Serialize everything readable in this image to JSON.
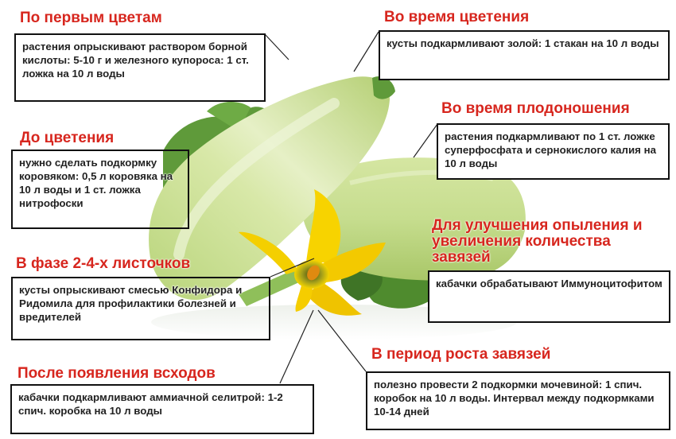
{
  "infographic": {
    "subject": "zucchini feeding schedule",
    "accent_color": "#d7261e",
    "text_color": "#222222",
    "callouts": [
      {
        "id": "first-flowers",
        "title": "По первым цветам",
        "text": "растения  опрыскивают раствором борной кислоты: 5-10 г и железного купороса: 1 ст. ложка на 10 л воды"
      },
      {
        "id": "during-flowering",
        "title": "Во время цветения",
        "text": "кусты подкармливают золой: 1 стакан на 10 л воды"
      },
      {
        "id": "during-fruiting",
        "title": "Во время плодоношения",
        "text": "растения подкармливают по 1 ст. ложке суперфосфата и сернокислого калия на 10 л воды"
      },
      {
        "id": "before-flowering",
        "title": "До цветения",
        "text": "нужно сделать подкормку коровяком: 0,5 л коровяка на 10 л воды и 1 ст. ложка нитрофоски"
      },
      {
        "id": "pollination",
        "title": "Для улучшения опыления и увеличения количества завязей",
        "text": "кабачки обрабатывают Иммуноцитофитом"
      },
      {
        "id": "leaf-phase",
        "title": "В фазе 2-4-х листочков",
        "text": "кусты опрыскивают смесью Конфидора и Ридомила для профилактики болезней и вредителей"
      },
      {
        "id": "ovary-growth",
        "title": "В период роста завязей",
        "text": "полезно провести 2 подкормки мочевиной: 1 спич. коробок на 10 л воды. Интервал между подкормками 10-14 дней"
      },
      {
        "id": "after-sprouts",
        "title": "После появления всходов",
        "text": "кабачки подкармливают аммиачной селитрой: 1-2 спич. коробка на 10 л воды"
      }
    ]
  }
}
